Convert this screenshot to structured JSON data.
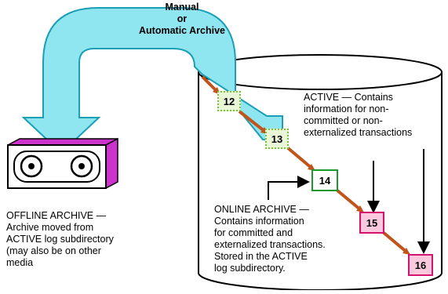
{
  "archive_arrow": {
    "line1": "Manual",
    "line2": "or",
    "line3": "Automatic Archive",
    "fill": "#8fe6f0"
  },
  "offline_archive": {
    "text": "OFFLINE ARCHIVE —\nArchive moved from\nACTIVE log subdirectory\n(may also be on other\nmedia"
  },
  "online_archive": {
    "text": "ONLINE ARCHIVE —\nContains information\nfor committed and\nexternalized transactions.\nStored in the ACTIVE\nlog subdirectory."
  },
  "active_label": {
    "text": "ACTIVE — Contains\ninformation for non-\ncommitted or non-\nexternalized transactions"
  },
  "logs": [
    {
      "id": "12",
      "state": "archived"
    },
    {
      "id": "13",
      "state": "archived"
    },
    {
      "id": "14",
      "state": "online"
    },
    {
      "id": "15",
      "state": "active"
    },
    {
      "id": "16",
      "state": "active"
    }
  ],
  "colors": {
    "tape_accent": "#cc33cc",
    "chain_arrow": "#c0541a",
    "online_border": "#1a9a2a",
    "active_border": "#d4136e"
  }
}
